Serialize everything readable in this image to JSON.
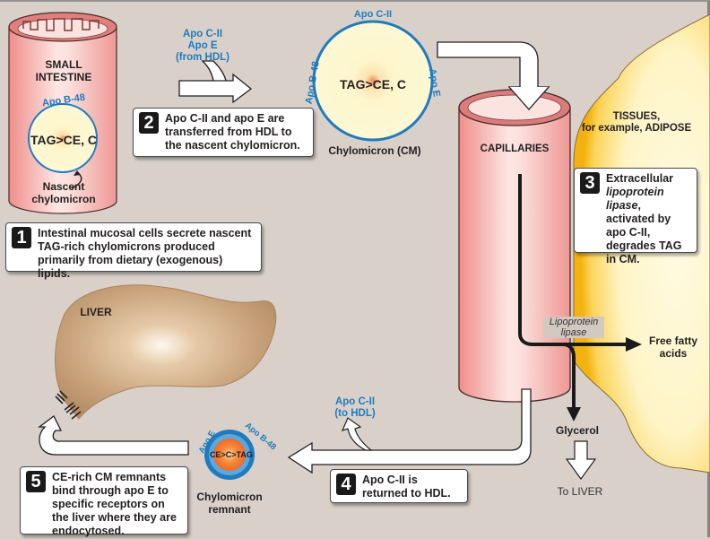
{
  "diagram": {
    "small_intestine": {
      "label_line1": "SMALL",
      "label_line2": "INTESTINE",
      "apo": "Apo B-48",
      "contents": "TAG>CE, C",
      "nascent_line1": "Nascent",
      "nascent_line2": "chylomicron"
    },
    "hdl_transfer": {
      "line1": "Apo C-II",
      "line2": "Apo E",
      "line3": "(from HDL)"
    },
    "chylomicron": {
      "apo_top": "Apo C-II",
      "apo_left": "Apo B-48",
      "apo_right": "Apo E",
      "contents": "TAG>CE, C",
      "caption": "Chylomicron (CM)"
    },
    "capillaries": {
      "label": "CAPILLARIES"
    },
    "tissues": {
      "line1": "TISSUES,",
      "line2": "for example, ADIPOSE"
    },
    "lipase": {
      "line1": "Lipoprotein",
      "line2": "lipase"
    },
    "free_fatty_acids": {
      "line1": "Free fatty",
      "line2": "acids"
    },
    "glycerol": "Glycerol",
    "to_liver": "To LIVER",
    "apo_return": {
      "line1": "Apo C-II",
      "line2": "(to HDL)"
    },
    "remnant": {
      "apo_left": "Apo E",
      "apo_right": "Apo B-48",
      "contents": "CE>C>TAG",
      "caption_line1": "Chylomicron",
      "caption_line2": "remnant"
    },
    "liver": {
      "label": "LIVER"
    },
    "steps": [
      {
        "num": "1",
        "text": "Intestinal mucosal cells secrete nascent TAG-rich chylomicrons produced primarily from dietary (exogenous) lipids."
      },
      {
        "num": "2",
        "text": "Apo C-II and apo E are transferred from HDL to the nascent chylomicron."
      },
      {
        "num": "3",
        "text_pre": "Extracellular ",
        "text_italic": "lipoprotein lipase",
        "text_post": ", activated by apo C-II, degrades TAG in CM."
      },
      {
        "num": "4",
        "text": "Apo C-II is returned to HDL."
      },
      {
        "num": "5",
        "text": "CE-rich CM remnants bind through apo E to specific receptors on the liver where they are endocytosed."
      }
    ],
    "colors": {
      "background": "#d9d1c9",
      "vessel_pink": "#f2a7a3",
      "apo_blue": "#1f7bbd",
      "chylomicron_fill": "#fdf8cf",
      "adipose_yellow": "#f8c21a",
      "liver_tan": "#c7a27a",
      "remnant_orange": "#f07a2a"
    }
  }
}
